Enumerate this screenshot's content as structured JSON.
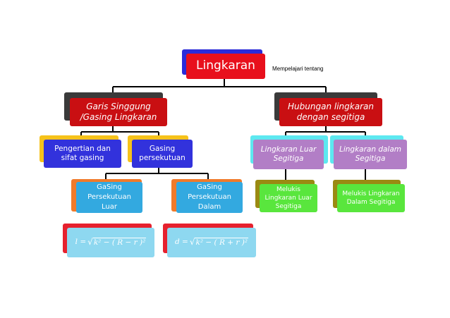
{
  "root": {
    "label": "Lingkaran",
    "note": "Mempelajari tentang"
  },
  "left": {
    "label_line1": "Garis Singgung",
    "label_line2": "/Gasing Lingkaran",
    "children": [
      {
        "line1": "Pengertian dan",
        "line2": "sifat gasing"
      },
      {
        "line1": "Gasing",
        "line2": "persekutuan"
      }
    ],
    "sub": [
      {
        "line1": "GaSing",
        "line2": "Persekutuan",
        "line3": "Luar",
        "formula_lhs": "l =",
        "formula_inner": "k² − ( R − r )²"
      },
      {
        "line1": "GaSing",
        "line2": "Persekutuan",
        "line3": "Dalam",
        "formula_lhs": "d =",
        "formula_inner": "k² − ( R + r )²"
      }
    ]
  },
  "right": {
    "label_line1": "Hubungan lingkaran",
    "label_line2": "dengan segitiga",
    "children": [
      {
        "line1": "Lingkaran Luar",
        "line2": "Segitiga",
        "sub_line1": "Melukis",
        "sub_line2": "Lingkaran Luar",
        "sub_line3": "Segitiga"
      },
      {
        "line1": "Lingkaran dalam",
        "line2": "Segitiga",
        "sub_line1": "Melukis Lingkaran",
        "sub_line2": "Dalam Segitiga"
      }
    ]
  },
  "colors": {
    "root": "#e8101c",
    "root_shadow": "#2b2bd9",
    "level1": "#c90f12",
    "level1_shadow": "#3a3a3a",
    "blue": "#3232dc",
    "yellow": "#f6c21a",
    "cyan": "#33a9e0",
    "orange": "#f07a2a",
    "formula_bg": "#8ed8f0",
    "formula_shadow": "#e6212e",
    "lilac": "#b27ec6",
    "aqua": "#5de8f0",
    "green": "#59e63d",
    "olive": "#9a8a12"
  }
}
